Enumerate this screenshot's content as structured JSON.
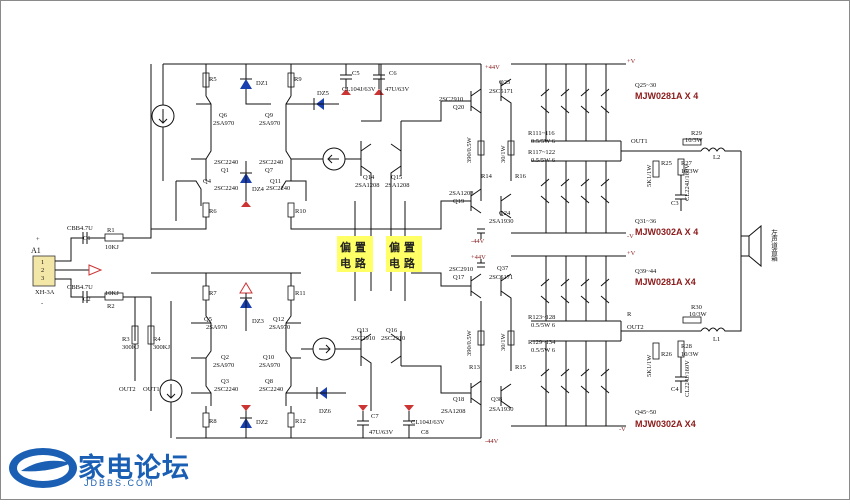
{
  "watermark": {
    "name": "家电论坛",
    "site": "JDBBS.COM"
  },
  "input": {
    "connector": "XH-3A",
    "label": "A1",
    "pins": [
      "1",
      "2",
      "3"
    ],
    "plus": "+",
    "minus": "-"
  },
  "rails": {
    "pos": "+44V",
    "neg": "-44V",
    "v_pos": "+V",
    "v_neg": "-V"
  },
  "bias": [
    {
      "line1": "偏 置",
      "line2": "电 路"
    },
    {
      "line1": "偏 置",
      "line2": "电 路"
    }
  ],
  "output_devices": {
    "top_npn": "MJW0281A X 4",
    "top_pnp": "MJW0302A X 4",
    "bot_npn": "MJW0281A X4",
    "bot_pnp": "MJW0302A X4"
  },
  "speaker": {
    "label": "左声道音箱"
  },
  "components": {
    "C1": "CBB4.7U",
    "C1n": "C1",
    "C2": "CBB4.7U",
    "C2n": "C2",
    "R1": "R1",
    "R1v": "10KJ",
    "R2": "R2",
    "R2v": "10KJ",
    "R3": "R3",
    "R3v": "300KJ",
    "R4": "R4",
    "R4v": "300KJ",
    "OUT2": "OUT2",
    "OUT1": "OUT1",
    "R5": "R5",
    "R9": "R9",
    "DZ1": "DZ1",
    "Q6": "Q6",
    "Q6t": "2SA970",
    "Q9": "Q9",
    "Q9t": "2SA970",
    "DZ5": "DZ5",
    "C5": "C5",
    "C5v": "CL104J/63V",
    "C6": "C6",
    "C6v": "47U/63V",
    "Q1t": "2SC2240",
    "Q1": "Q1",
    "Q4": "Q4",
    "Q4t": "2SC2240",
    "Q7t": "2SC2240",
    "Q7": "Q7",
    "Q11": "Q11",
    "Q11t": "2SC2240",
    "DZ4": "DZ4",
    "R6": "R6",
    "R10": "R10",
    "Q14": "Q14",
    "Q14t": "2SA1208",
    "Q15": "Q15",
    "Q15t": "2SA1208",
    "R7": "R7",
    "R11": "R11",
    "Q5": "Q5",
    "Q5t": "2SA970",
    "Q12": "Q12",
    "Q12t": "2SA970",
    "DZ3": "DZ3",
    "Q2": "Q2",
    "Q2t": "2SA970",
    "Q10": "Q10",
    "Q10t": "2SA970",
    "Q13": "Q13",
    "Q13t": "2SC2910",
    "Q16": "Q16",
    "Q16t": "2SC2910",
    "Q3": "Q3",
    "Q3t": "2SC2240",
    "Q8": "Q8",
    "Q8t": "2SC2240",
    "DZ6": "DZ6",
    "R8": "R8",
    "DZ2": "DZ2",
    "R12": "R12",
    "C7": "C7",
    "C7v": "47U/63V",
    "C8": "C8",
    "C8v": "CL104J/63V",
    "Q20t": "2SC2910",
    "Q20": "Q20",
    "Q23": "Q23",
    "Q23t": "2SC5171",
    "R3x0": "390/0.5W",
    "R14": "R14",
    "R16": "R16",
    "R30w": "30/1W",
    "Q19t": "2SA1208",
    "Q19": "Q19",
    "Q24": "Q24",
    "Q24t": "2SA1930",
    "R111": "R111~116",
    "R111v": "0.5/5W 6",
    "R117": "R117~122",
    "R117v": "0.5/5W 6",
    "Q2530": "Q25~30",
    "Q3136": "Q31~36",
    "OUT1b": "OUT1",
    "R25": "R25",
    "R25v": "5K1/1W",
    "R29": "R29",
    "R29v": "10/3W",
    "L2": "L2",
    "R27": "R27",
    "R27v": "10/3W",
    "C3": "C3",
    "C3v": "CL224J/160V",
    "Q17t": "2SC2910",
    "Q17": "Q17",
    "Q37": "Q37",
    "Q37t": "2SC5171",
    "R13": "R13",
    "R15": "R15",
    "R390b": "390/0.5W",
    "R30b": "30/1W",
    "Q18": "Q18",
    "Q18t": "2SA1208",
    "Q38": "Q38",
    "Q38t": "2SA1930",
    "R123": "R123~128",
    "R123v": "0.5/5W 6",
    "R129": "R129~134",
    "R129v": "0.5/5W 6",
    "Q3944": "Q39~44",
    "Q4550": "Q45~50",
    "OUT2b": "OUT2",
    "R26": "R26",
    "R26v": "5K1/1W",
    "R30": "R30",
    "R30v": "10/3W",
    "L1": "L1",
    "R28": "R28",
    "R28v": "10/3W",
    "C4": "C4",
    "C4v": "CL224J/160V",
    "R": "R"
  }
}
